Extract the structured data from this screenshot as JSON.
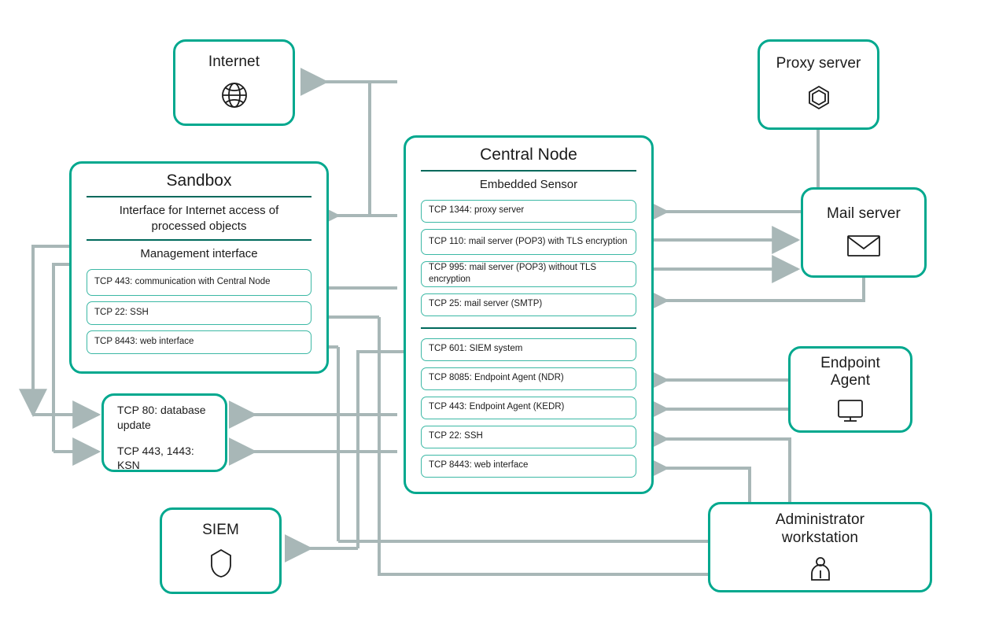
{
  "diagram": {
    "title": "Kaspersky Anti Targeted Attack network ports diagram",
    "accent": "#00a88e",
    "rule_color": "#00695c",
    "port_border": "#3cb8a5",
    "wire_color": "#a8b7b7"
  },
  "nodes": {
    "internet": {
      "label": "Internet",
      "icon": "globe-icon"
    },
    "proxy": {
      "label": "Proxy server",
      "icon": "hexagon-proxy-icon"
    },
    "mail": {
      "label": "Mail server",
      "icon": "envelope-icon"
    },
    "endpoint": {
      "label": "Endpoint\nAgent",
      "label_line1": "Endpoint",
      "label_line2": "Agent",
      "icon": "monitor-icon"
    },
    "admin": {
      "label_line1": "Administrator",
      "label_line2": "workstation",
      "icon": "person-icon"
    },
    "siem": {
      "label": "SIEM",
      "icon": "shield-icon"
    }
  },
  "sandbox": {
    "title": "Sandbox",
    "interface_internet": "Interface for Internet access of processed objects",
    "management_interface": "Management interface",
    "ports": [
      {
        "label": "TCP 443: communication with Central Node"
      },
      {
        "label": "TCP 22: SSH"
      },
      {
        "label": "TCP 8443: web interface"
      }
    ]
  },
  "database": {
    "rows": [
      {
        "label": "TCP 80: database update"
      },
      {
        "label": "TCP 443, 1443: KSN"
      }
    ]
  },
  "central_node": {
    "title": "Central Node",
    "embedded_sensor_title": "Embedded Sensor",
    "sensor_ports": [
      {
        "label": "TCP 1344: proxy server"
      },
      {
        "label": "TCP 110: mail server (POP3) with TLS encryption"
      },
      {
        "label": "TCP 995: mail server (POP3) without TLS encryption"
      },
      {
        "label": "TCP 25: mail server (SMTP)"
      }
    ],
    "node_ports": [
      {
        "label": "TCP 601: SIEM system"
      },
      {
        "label": "TCP 8085: Endpoint Agent (NDR)"
      },
      {
        "label": "TCP 443: Endpoint Agent (KEDR)"
      },
      {
        "label": "TCP 22: SSH"
      },
      {
        "label": "TCP 8443: web interface"
      }
    ]
  },
  "connections": [
    {
      "from": "central-node-sensor",
      "to": "internet",
      "direction": "to-internet"
    },
    {
      "from": "central-node-sensor",
      "to": "sandbox-internet-interface",
      "direction": "to-sandbox"
    },
    {
      "from": "proxy-server",
      "to": "tcp-1344-proxy-server",
      "direction": "to-central-node"
    },
    {
      "from": "tcp-110-mail-pop3-tls",
      "to": "mail-server",
      "direction": "to-mail"
    },
    {
      "from": "tcp-995-mail-pop3-no-tls",
      "to": "mail-server",
      "direction": "to-mail"
    },
    {
      "from": "mail-server",
      "to": "tcp-25-mail-smtp",
      "direction": "to-central-node"
    },
    {
      "from": "central-node",
      "to": "sandbox-tcp-443",
      "direction": "to-sandbox"
    },
    {
      "from": "administrator-workstation",
      "to": "sandbox-tcp-22",
      "direction": "to-sandbox"
    },
    {
      "from": "administrator-workstation",
      "to": "sandbox-tcp-8443",
      "direction": "to-sandbox"
    },
    {
      "from": "sandbox",
      "to": "tcp-80-database-update",
      "direction": "to-database"
    },
    {
      "from": "sandbox",
      "to": "tcp-443-1443-ksn",
      "direction": "to-database"
    },
    {
      "from": "central-node",
      "to": "tcp-80-database-update",
      "direction": "to-database"
    },
    {
      "from": "central-node",
      "to": "tcp-443-1443-ksn",
      "direction": "to-database"
    },
    {
      "from": "tcp-601-siem-system",
      "to": "siem",
      "direction": "to-siem"
    },
    {
      "from": "endpoint-agent",
      "to": "tcp-8085-endpoint-agent-ndr",
      "direction": "to-central-node"
    },
    {
      "from": "endpoint-agent",
      "to": "tcp-443-endpoint-agent-kedr",
      "direction": "to-central-node"
    },
    {
      "from": "administrator-workstation",
      "to": "tcp-22-ssh",
      "direction": "to-central-node"
    },
    {
      "from": "administrator-workstation",
      "to": "tcp-8443-web-interface",
      "direction": "to-central-node"
    }
  ]
}
